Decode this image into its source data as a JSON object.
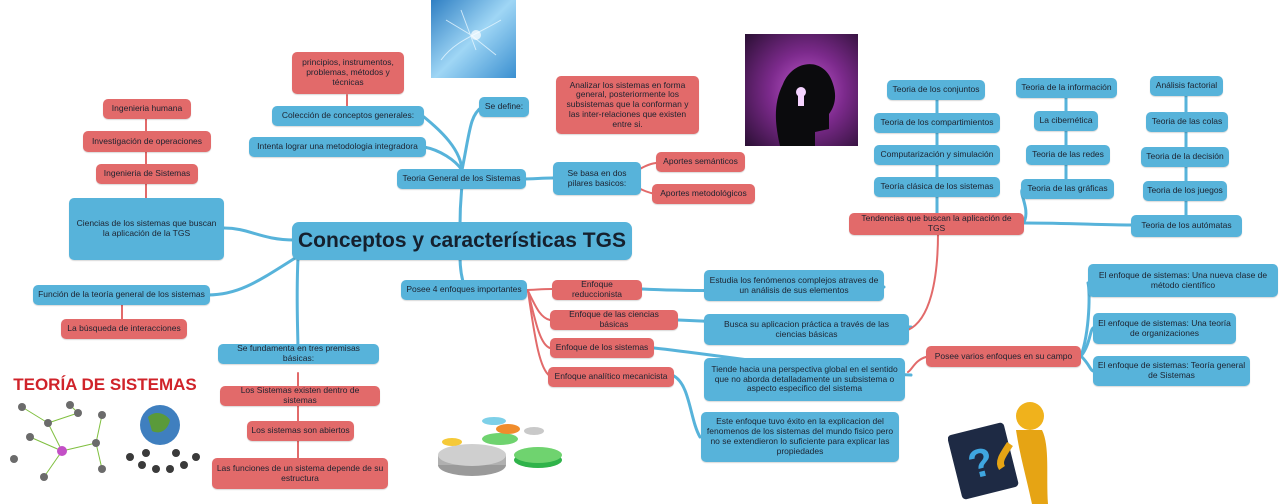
{
  "center": "Conceptos y características TGS",
  "nodes": {
    "tgs": "Teoria General de los Sistemas",
    "coleccion": "Colección de conceptos generales:",
    "coleccion_det": "principios, instrumentos, problemas, métodos y técnicas",
    "metodologia": "Intenta lograr una metodologia integradora",
    "se_define": "Se define:",
    "definicion": "Analizar los sistemas en forma general, posteriormente los subsistemas que la conforman y las inter-relaciones que existen entre si.",
    "pilares": "Se basa en dos pilares basicos:",
    "semanticos": "Aportes semánticos",
    "metodologicos": "Aportes metodológicos",
    "ciencias": "Ciencias de los sistemas que buscan la aplicación de la TGS",
    "ing_humana": "Ingenieria humana",
    "investigacion": "Investigación de operaciones",
    "ing_sistemas": "Ingenieria de Sistemas",
    "funcion": "Función de la teoría general de los sistemas",
    "busqueda": "La búsqueda de interacciones",
    "premisas": "Se fundamenta en tres premisas básicas:",
    "premisa1": "Los Sistemas existen dentro de sistemas",
    "premisa2": "Los sistemas son abiertos",
    "premisa3": "Las funciones de un sistema depende de su estructura",
    "enfoques4": "Posee 4 enfoques importantes",
    "reduccionista": "Enfoque reduccionista",
    "ciencias_basicas": "Enfoque de las ciencias básicas",
    "de_sistemas": "Enfoque de los sistemas",
    "mecanicista": "Enfoque analítico mecanicista",
    "estudia": "Estudia los fenómenos complejos atraves de un análisis de sus elementos",
    "busca": "Busca su aplicacion práctica a través de las ciencias básicas",
    "tiende": "Tiende hacia una perspectiva global en el sentido que no aborda detalladamente un subsistema o aspecto especifico del sistema",
    "exito": "Este enfoque tuvo éxito en la explicacion del fenomenos de los sistemas del mundo fisico pero no se extendieron lo suficiente para explicar las propiedades",
    "tendencias": "Tendencias que buscan la aplicación de TGS",
    "conjuntos": "Teoria de los conjuntos",
    "compartimientos": "Teoria de los compartimientos",
    "computarizacion": "Computarización y simulación",
    "clasica": "Teoría clásica de los sistemas",
    "informacion": "Teoria de la información",
    "cibernetica": "La cibernética",
    "redes": "Teoria de las redes",
    "graficas": "Teoria de las gráficas",
    "factorial": "Análisis factorial",
    "colas": "Teoria de las colas",
    "decision": "Teoria de la decisión",
    "juegos": "Teoria de los juegos",
    "automatas": "Teoria de los autómatas",
    "varios": "Posee varios enfoques en su campo",
    "nueva_clase": "El enfoque de sistemas: Una nueva clase de método científico",
    "organizaciones": "El enfoque de sistemas: Una teoría de organizaciones",
    "teoria_general": "El enfoque de sistemas: Teoría general de Sistemas"
  },
  "images": {
    "teoria_title": "TEORÍA DE SISTEMAS"
  },
  "colors": {
    "blue": "#57b3da",
    "red": "#e26a6a",
    "blue_line": "#57b3da",
    "red_line": "#e26a6a"
  }
}
